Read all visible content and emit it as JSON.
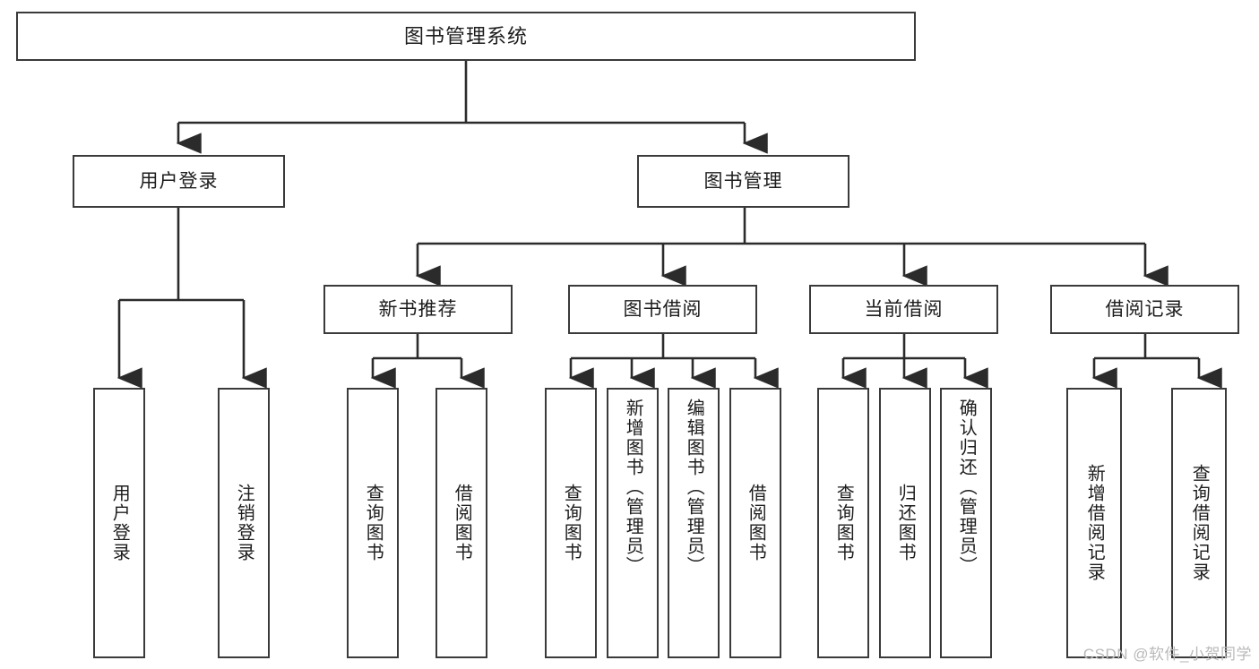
{
  "diagram": {
    "title": "图书管理系统",
    "type": "tree",
    "root": {
      "label": "图书管理系统"
    },
    "level1": [
      {
        "label": "用户登录"
      },
      {
        "label": "图书管理"
      }
    ],
    "level2": [
      {
        "label": "新书推荐"
      },
      {
        "label": "图书借阅"
      },
      {
        "label": "当前借阅"
      },
      {
        "label": "借阅记录"
      }
    ],
    "leaves": {
      "user_login": [
        {
          "label": "用户登录"
        },
        {
          "label": "注销登录"
        }
      ],
      "new_book_recommend": [
        {
          "label": "查询图书"
        },
        {
          "label": "借阅图书"
        }
      ],
      "book_borrow": [
        {
          "label": "查询图书"
        },
        {
          "label": "新增图书（管理员）"
        },
        {
          "label": "编辑图书（管理员）"
        },
        {
          "label": "借阅图书"
        }
      ],
      "current_borrow": [
        {
          "label": "查询图书"
        },
        {
          "label": "归还图书"
        },
        {
          "label": "确认归还（管理员）"
        }
      ],
      "borrow_record": [
        {
          "label": "新增借阅记录"
        },
        {
          "label": "查询借阅记录"
        }
      ]
    }
  },
  "watermark": {
    "text": "CSDN @软件_小贺同学"
  },
  "colors": {
    "border": "#3a3a3a",
    "text": "#1c1c1c",
    "background": "#ffffff",
    "watermark": "#b9b9b9"
  }
}
